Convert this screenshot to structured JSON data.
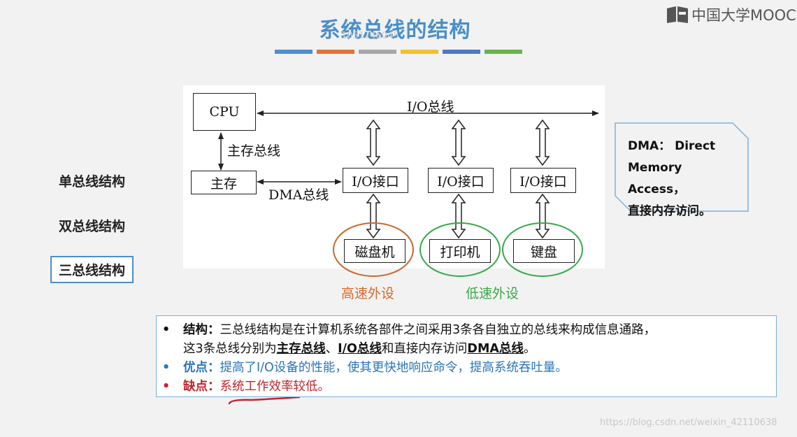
{
  "header": {
    "title": "系统总线的结构",
    "watermark_id": "1051746045",
    "brand": "中国大学MOOC",
    "accent_bar_colors": [
      "#4f8fd0",
      "#e2743a",
      "#a7a7a7",
      "#f2c12e",
      "#4f78c8",
      "#6cb24a"
    ]
  },
  "sidebar": {
    "items": [
      {
        "label": "单总线结构",
        "active": false
      },
      {
        "label": "双总线结构",
        "active": false
      },
      {
        "label": "三总线结构",
        "active": true
      }
    ]
  },
  "diagram": {
    "cpu": "CPU",
    "memory": "主存",
    "io_bus": "I/O总线",
    "mem_bus": "主存总线",
    "dma_bus": "DMA总线",
    "interfaces": [
      "I/O接口",
      "I/O接口",
      "I/O接口"
    ],
    "devices": [
      "磁盘机",
      "打印机",
      "键盘"
    ],
    "high_speed": "高速外设",
    "low_speed": "低速外设",
    "colors": {
      "high_speed": "#d8672a",
      "low_speed": "#3aa84a"
    }
  },
  "note": {
    "lines": [
      "DMA： Direct",
      "Memory Access，",
      "直接内存访问。"
    ]
  },
  "summary": {
    "structure_label": "结构：",
    "structure_text1": "三总线结构是在计算机系统各部件之间采用3条各自独立的总线来构成信息通路，",
    "structure_text2a": "这3条总线分别为",
    "structure_term1": "主存总线",
    "structure_sep": "、",
    "structure_term2": "I/O总线",
    "structure_text2b": "和直接内存访问",
    "structure_term3": "DMA总线",
    "structure_end": "。",
    "pro_label": "优点：",
    "pro_text": "提高了I/O设备的性能，使其更快地响应命令，提高系统吞吐量。",
    "con_label": "缺点：",
    "con_text": "系统工作效率较低。",
    "bullet": "•"
  },
  "footer": {
    "url": "https://blog.csdn.net/weixin_42110638"
  }
}
